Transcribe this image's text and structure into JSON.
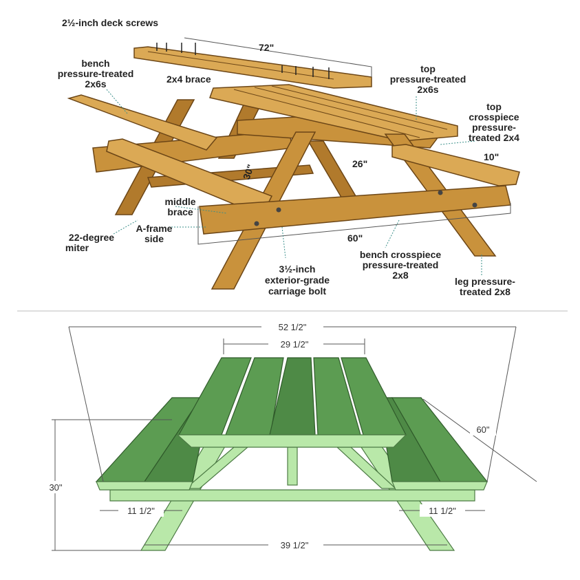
{
  "top_diagram": {
    "labels": {
      "deck_screws": "2½-inch deck screws",
      "len72": "72\"",
      "bench_l1": "bench",
      "bench_l2": "pressure-treated",
      "bench_l3": "2x6s",
      "brace": "2x4 brace",
      "top_l1": "top",
      "top_l2": "pressure-treated",
      "top_l3": "2x6s",
      "tc_l1": "top",
      "tc_l2": "crosspiece",
      "tc_l3": "pressure-",
      "tc_l4": "treated 2x4",
      "len10": "10\"",
      "len26": "26\"",
      "len30": "30\"",
      "mid_l1": "middle",
      "mid_l2": "brace",
      "af_l1": "A-frame",
      "af_l2": "side",
      "miter_l1": "22-degree",
      "miter_l2": "miter",
      "len60": "60\"",
      "bolt_l1": "3½-inch",
      "bolt_l2": "exterior-grade",
      "bolt_l3": "carriage bolt",
      "bc_l1": "bench crosspiece",
      "bc_l2": "pressure-treated",
      "bc_l3": "2x8",
      "leg_l1": "leg pressure-",
      "leg_l2": "treated 2x8"
    }
  },
  "bottom_diagram": {
    "dims": {
      "overall_width": "52 1/2\"",
      "top_width": "29 1/2\"",
      "length": "60\"",
      "height": "30\"",
      "bench_left": "11 1/2\"",
      "bench_right": "11 1/2\"",
      "leg_spread": "39 1/2\""
    }
  },
  "colors": {
    "wood": "#c9923c",
    "green_top": "#5c9c52",
    "green_frame": "#b9e8a9"
  }
}
